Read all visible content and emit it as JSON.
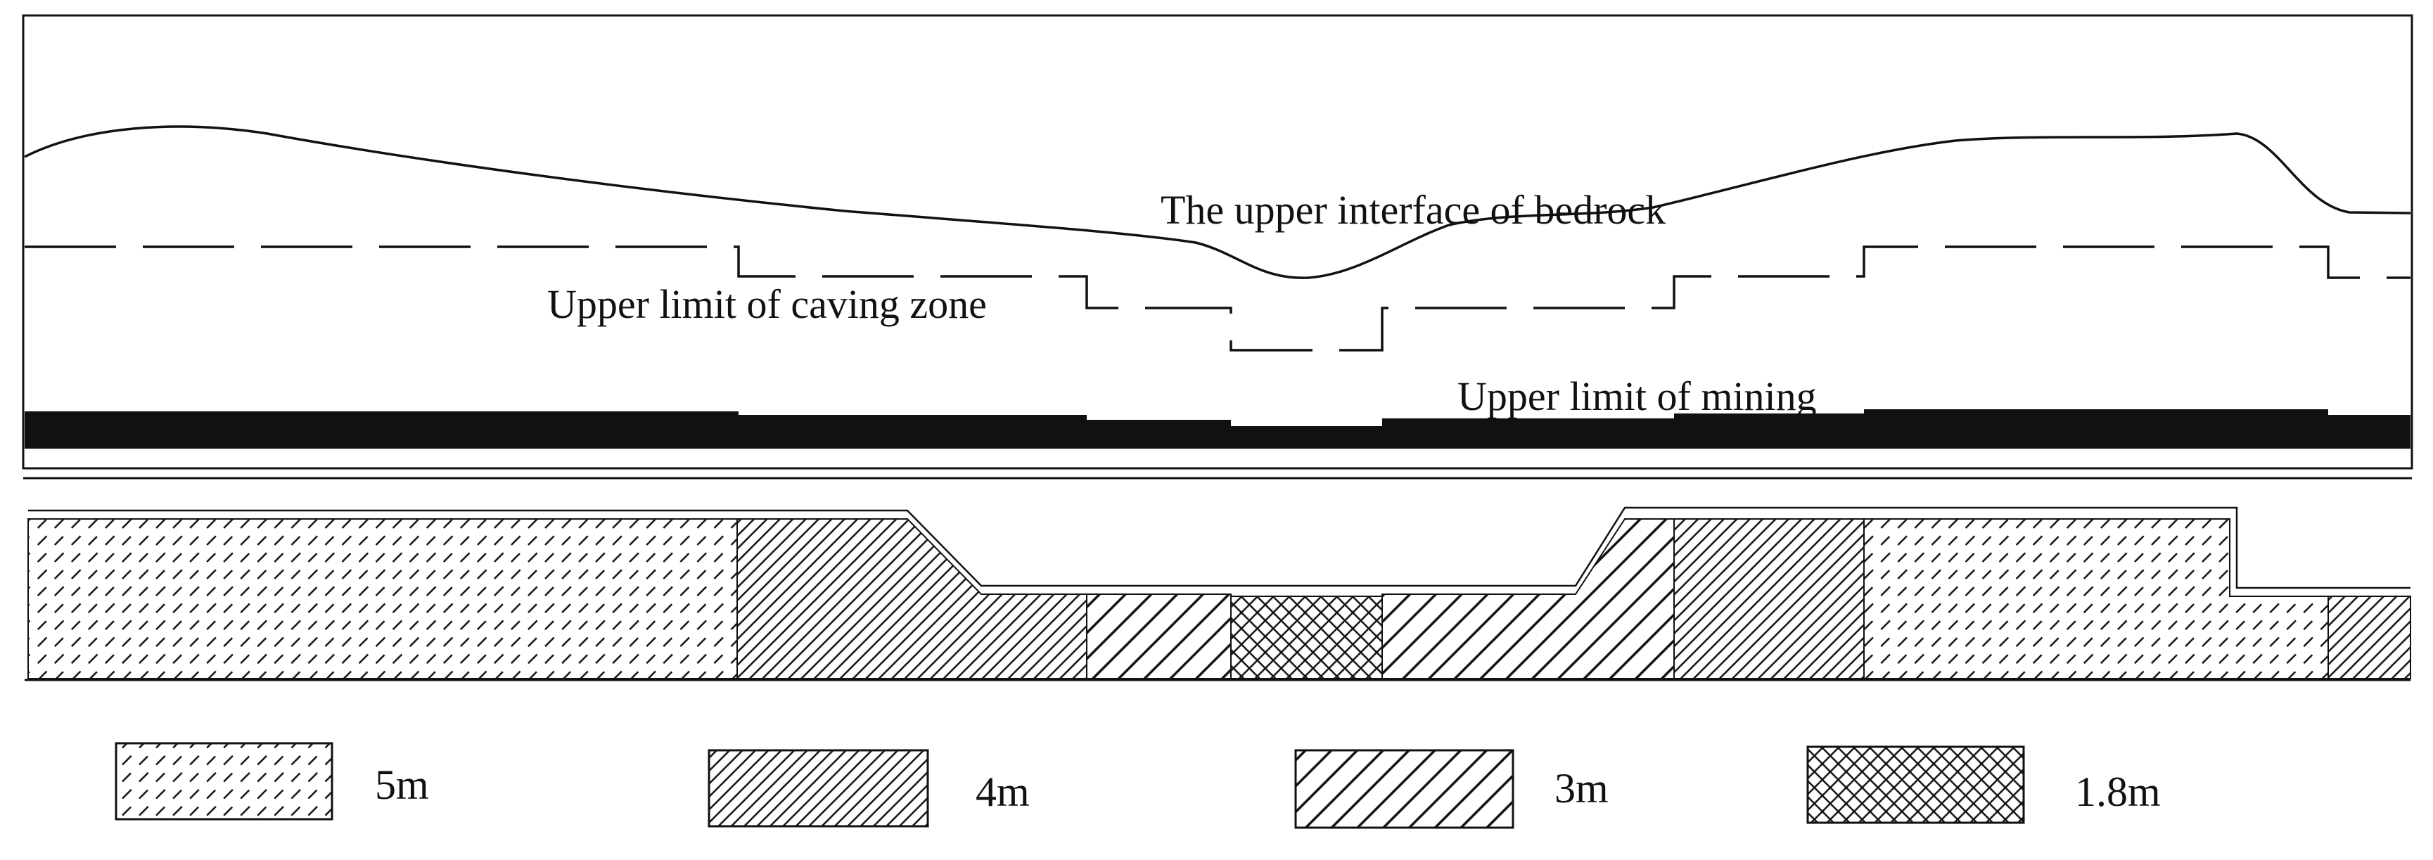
{
  "labels": {
    "bedrock_interface": "The upper interface of bedrock",
    "caving_zone": "Upper limit of caving zone",
    "mining_limit": "Upper limit of mining"
  },
  "legend": [
    {
      "pattern": "dash-hatch",
      "label": "5m"
    },
    {
      "pattern": "dense-diagonal-hatch",
      "label": "4m"
    },
    {
      "pattern": "wide-diagonal-hatch",
      "label": "3m"
    },
    {
      "pattern": "cross-hatch",
      "label": "1.8m"
    }
  ],
  "colors": {
    "ink": "#111111",
    "background": "#ffffff"
  }
}
